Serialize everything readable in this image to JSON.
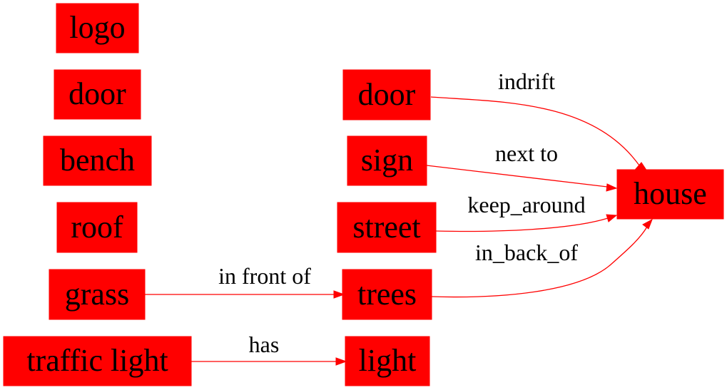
{
  "colors": {
    "node_fill": "#ff0000",
    "edge_color": "#ff0000",
    "text_color": "#000000",
    "background": "#ffffff"
  },
  "nodes": {
    "logo": "logo",
    "door_left": "door",
    "bench": "bench",
    "roof": "roof",
    "grass": "grass",
    "traffic_light": "traffic light",
    "door_mid": "door",
    "sign": "sign",
    "street": "street",
    "trees": "trees",
    "light": "light",
    "house": "house"
  },
  "edges": {
    "door_house": "indrift",
    "sign_house": "next to",
    "street_house": "keep_around",
    "trees_house": "in_back_of",
    "grass_trees": "in front of",
    "traffic_light_light": "has"
  }
}
